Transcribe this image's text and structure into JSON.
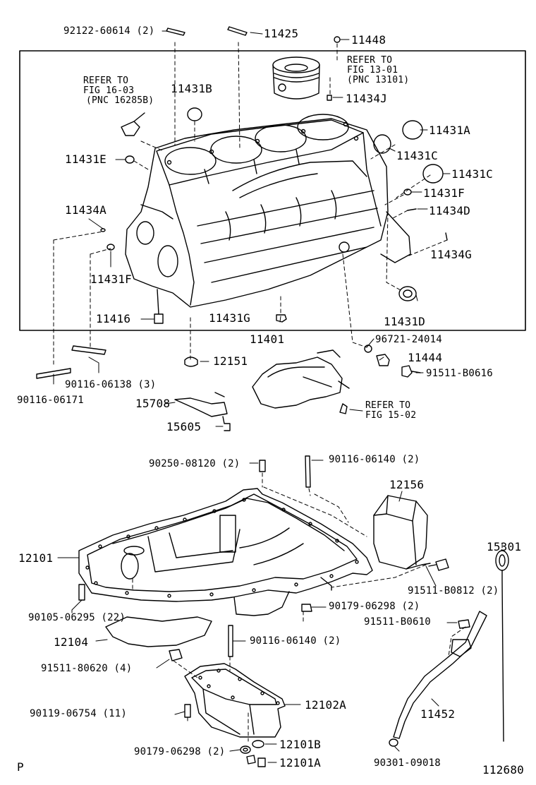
{
  "block_group": {
    "refer_ring": [
      "REFER TO",
      "FIG 13-01",
      "(PNC 13101)"
    ],
    "refer_hose": [
      "REFER TO",
      "FIG 16-03",
      "(PNC 16285B)"
    ],
    "refer_pump": [
      "REFER TO",
      "FIG 15-02"
    ],
    "parts": {
      "p92122_60614": "92122-60614 (2)",
      "p11425": "11425",
      "p11448": "11448",
      "p11434J": "11434J",
      "p11431B": "11431B",
      "p11431A": "11431A",
      "p11431E": "11431E",
      "p11431C_1": "11431C",
      "p11431C_2": "11431C",
      "p11431F_1": "11431F",
      "p11434D": "11434D",
      "p11434A": "11434A",
      "p11434G": "11434G",
      "p11431F_2": "11431F",
      "p11416": "11416",
      "p11431G": "11431G",
      "p11431D": "11431D",
      "p11401": "11401",
      "p96721_24014": "96721-24014",
      "p11444": "11444",
      "p12151": "12151",
      "p91511_B0616": "91511-B0616",
      "p90116_06138": "90116-06138 (3)",
      "p90116_06171": "90116-06171",
      "p15708": "15708",
      "p15605": "15605"
    }
  },
  "pan_group": {
    "parts": {
      "p90250_08120": "90250-08120 (2)",
      "p90116_06140_a": "90116-06140 (2)",
      "p12156": "12156",
      "p15301": "15301",
      "p12101": "12101",
      "p91511_B0812": "91511-B0812 (2)",
      "p90105_06295": "90105-06295 (22)",
      "p90179_06298_a": "90179-06298 (2)",
      "p91511_B0610": "91511-B0610",
      "p12104": "12104",
      "p90116_06140_b": "90116-06140 (2)",
      "p91511_80620": "91511-80620 (4)",
      "p12102A": "12102A",
      "p90119_06754": "90119-06754 (11)",
      "p11452": "11452",
      "p90179_06298_b": "90179-06298 (2)",
      "p12101B": "12101B",
      "p12101A": "12101A",
      "p90301_09018": "90301-09018"
    }
  },
  "footer": {
    "corner_mark": "P",
    "figure_number": "112680"
  }
}
